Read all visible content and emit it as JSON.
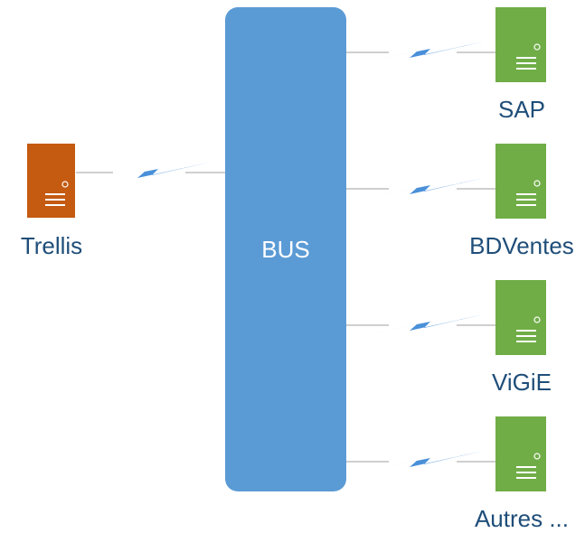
{
  "bus": {
    "label": "BUS",
    "color": "#5b9bd5"
  },
  "source": {
    "label": "Trellis",
    "color": "#c55a11",
    "icon": "server-icon"
  },
  "targets": [
    {
      "label": "SAP",
      "color": "#70ad47",
      "icon": "server-icon"
    },
    {
      "label": "BDVentes",
      "color": "#70ad47",
      "icon": "server-icon"
    },
    {
      "label": "ViGiE",
      "color": "#70ad47",
      "icon": "server-icon"
    },
    {
      "label": "Autres ...",
      "color": "#70ad47",
      "icon": "server-icon"
    }
  ],
  "colors": {
    "label_text": "#1f4e79",
    "link": "#4a90d9",
    "line": "#d0d0d0"
  }
}
